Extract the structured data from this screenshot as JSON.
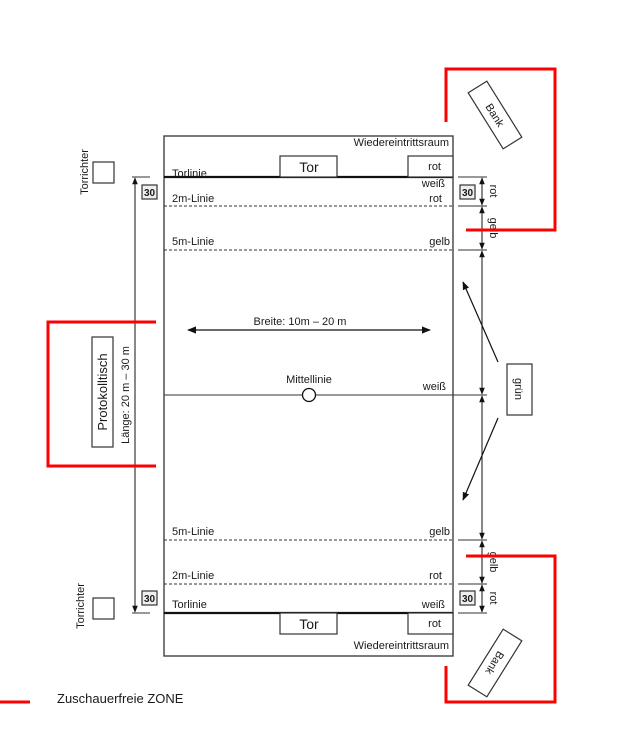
{
  "diagram": {
    "reentry_area_top": "Wiedereintrittsraum",
    "reentry_area_bottom": "Wiedereintrittsraum",
    "goal_top": "Tor",
    "goal_bottom": "Tor",
    "goal_box_color_top": "rot",
    "goal_box_color_bottom": "rot",
    "goal_judge_top": "Torrichter",
    "goal_judge_bottom": "Torrichter",
    "bench_top": "Bank",
    "bench_bottom": "Bank",
    "protocol_table": "Protokolltisch",
    "length_label": "Länge: 20 m – 30 m",
    "width_label": "Breite: 10m – 20 m",
    "center_line_label": "Mittellinie",
    "center_line_color": "weiß",
    "lines_top": [
      {
        "name": "Torlinie",
        "color": "weiß"
      },
      {
        "name": "2m-Linie",
        "color": "rot"
      },
      {
        "name": "5m-Linie",
        "color": "gelb"
      }
    ],
    "lines_bottom": [
      {
        "name": "5m-Linie",
        "color": "gelb"
      },
      {
        "name": "2m-Linie",
        "color": "rot"
      },
      {
        "name": "Torlinie",
        "color": "weiß"
      }
    ],
    "shot_clock_badge": "30",
    "zone_labels": {
      "top_red": "rot",
      "top_yellow": "gelb",
      "green": "grün",
      "bottom_yellow": "gelb",
      "bottom_red": "rot"
    },
    "legend": {
      "label": "Zuschauerfreie ZONE",
      "color": "#ff0000"
    }
  }
}
